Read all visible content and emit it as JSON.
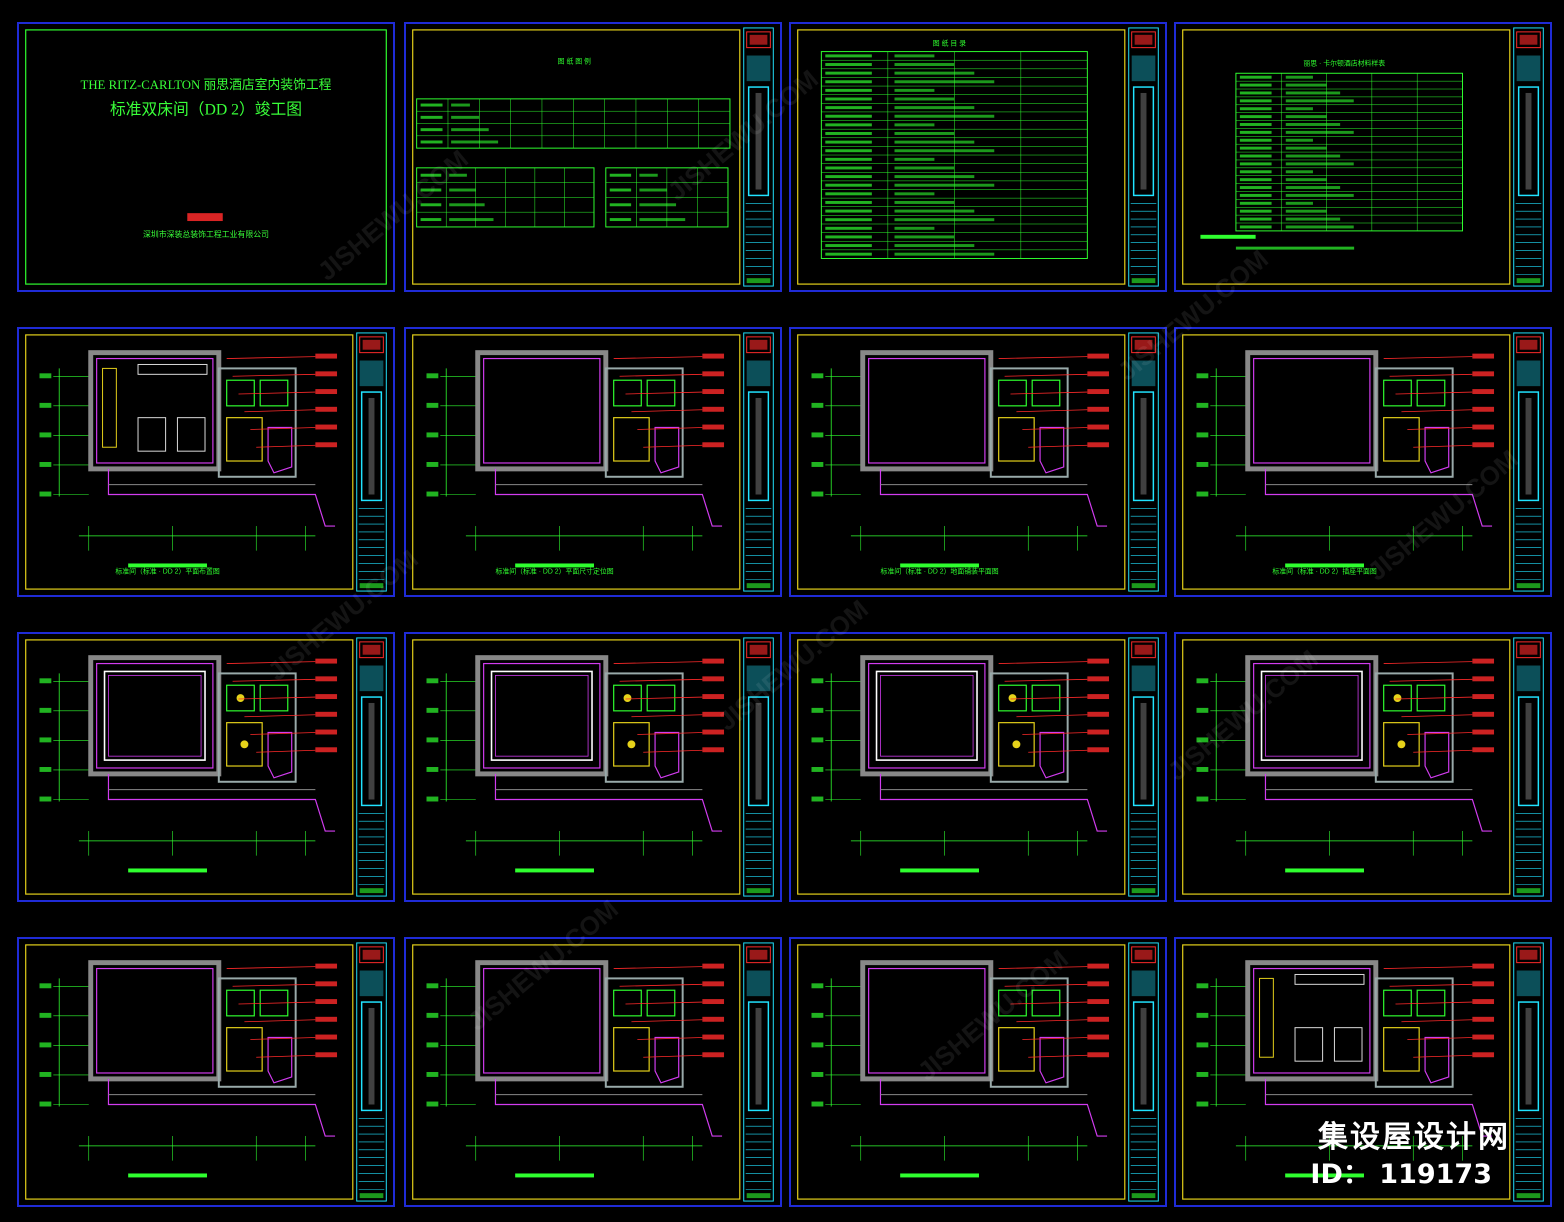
{
  "cover": {
    "title_en": "THE RITZ-CARLTON  丽思酒店室内装饰工程",
    "title_cn": "标准双床间（DD 2）竣工图",
    "company": "深圳市深装总装饰工程工业有限公司"
  },
  "legend_sheet": {
    "title": "图 纸 图 例"
  },
  "index_sheet": {
    "title": "图 纸 目 录"
  },
  "material_sheet": {
    "title": "丽思 · 卡尔顿酒店材料样表"
  },
  "captions": {
    "r1c0": "标准间（标准 · DD 2）平面布置图",
    "r1c1": "标准间（标准 · DD 2）平面尺寸定位图",
    "r1c2": "标准间（标准 · DD 2）地面铺装平面图",
    "r1c3": "标准间（标准 · DD 2）插座平面图"
  },
  "branding": {
    "site": "集设屋设计网",
    "id_text": "ID：  119173",
    "watermark": "JISHEWU.COM"
  },
  "colors": {
    "frame": "#1f2bd6",
    "cad_green": "#2fff2f",
    "cad_yellow": "#e6d21a",
    "cad_magenta": "#d23cf0",
    "cad_cyan": "#21e3ff",
    "cad_red": "#ff2a2a"
  }
}
